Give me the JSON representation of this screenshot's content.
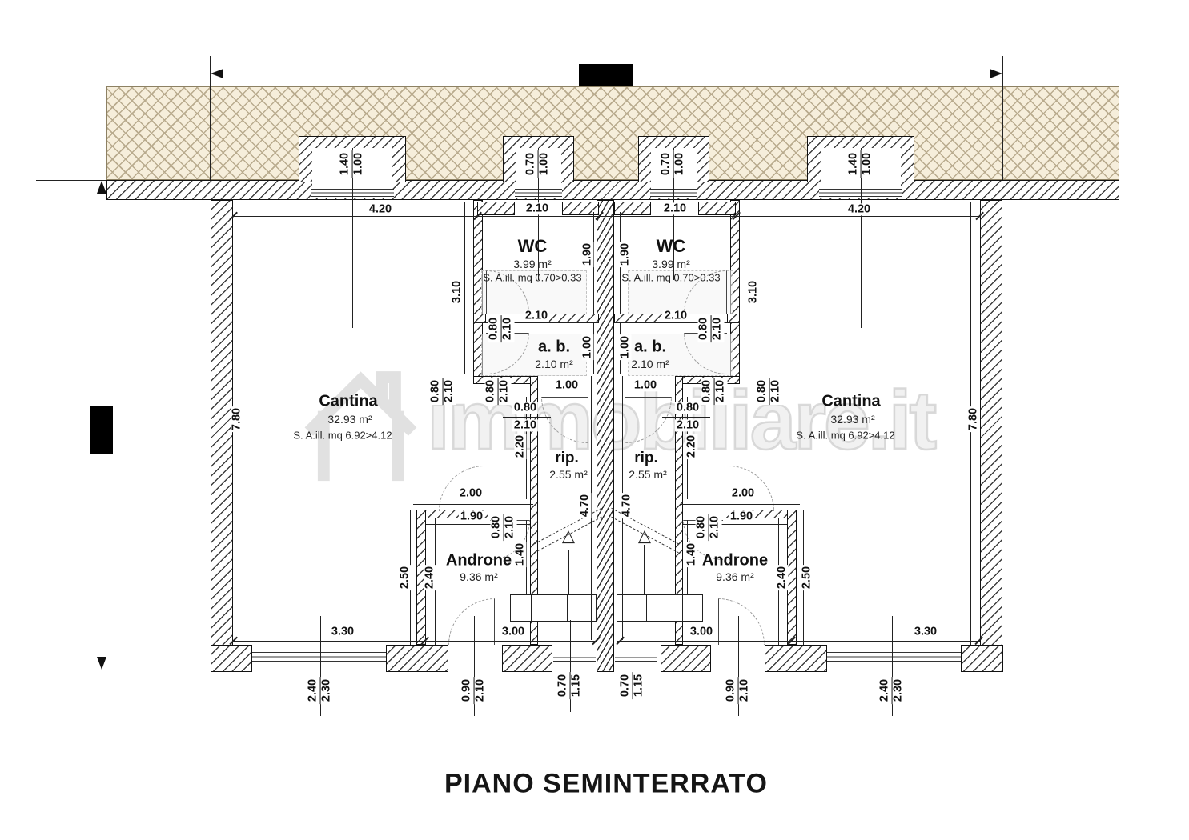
{
  "title": "PIANO SEMINTERRATO",
  "watermark": "immobiliare.it",
  "rooms": {
    "cantina": {
      "name": "Cantina",
      "area": "32.93 m²",
      "note": "S. A.ill. mq 6.92>4.12"
    },
    "wc": {
      "name": "WC",
      "area": "3.99 m²",
      "note": "S. A.ill. mq 0.70>0.33"
    },
    "ab": {
      "name": "a. b.",
      "area": "2.10 m²"
    },
    "rip": {
      "name": "rip.",
      "area": "2.55 m²"
    },
    "androne": {
      "name": "Androne",
      "area": "9.36 m²"
    }
  },
  "dims": {
    "d070": "0.70",
    "d080": "0.80",
    "d090": "0.90",
    "d100": "1.00",
    "d115": "1.15",
    "d140": "1.40",
    "d190": "1.90",
    "d200": "2.00",
    "d210": "2.10",
    "d220": "2.20",
    "d230": "2.30",
    "d240": "2.40",
    "d250": "2.50",
    "d300": "3.00",
    "d310": "3.10",
    "d330": "3.30",
    "d420": "4.20",
    "d470": "4.70",
    "d780": "7.80"
  }
}
